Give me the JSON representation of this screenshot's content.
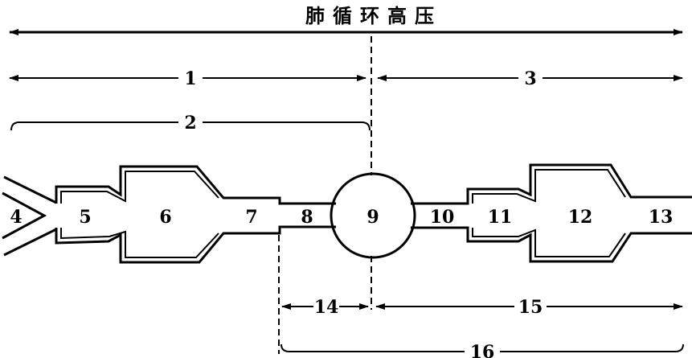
{
  "title": "肺循环高压",
  "labels": {
    "l1": "1",
    "l2": "2",
    "l3": "3",
    "l4": "4",
    "l5": "5",
    "l6": "6",
    "l7": "7",
    "l8": "8",
    "l9": "9",
    "l10": "10",
    "l11": "11",
    "l12": "12",
    "l13": "13",
    "l14": "14",
    "l15": "15",
    "l16": "16"
  }
}
